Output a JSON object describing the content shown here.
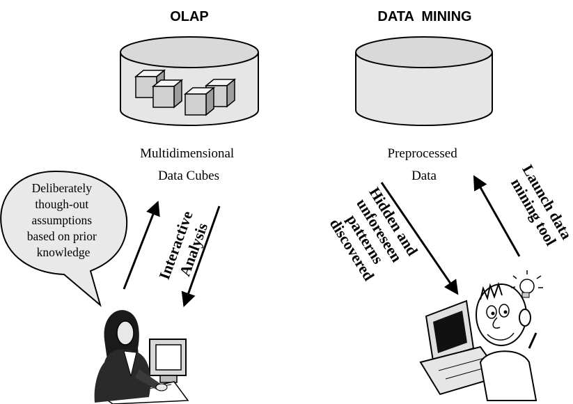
{
  "olap": {
    "title": "OLAP",
    "store_label": [
      "Multidimensional",
      "Data Cubes"
    ],
    "arrows_label": [
      "Interactive",
      "Analysis"
    ],
    "thought_bubble": [
      "Deliberately",
      "though-out",
      "assumptions",
      "based on prior",
      "knowledge"
    ]
  },
  "data_mining": {
    "title": "DATA  MINING",
    "store_label": [
      "Preprocessed",
      "Data"
    ],
    "down_arrow_label": [
      "Hidden and",
      "unforeseen",
      "patterns",
      "discovered"
    ],
    "up_arrow_label": [
      "Launch data",
      "mining tool"
    ]
  }
}
